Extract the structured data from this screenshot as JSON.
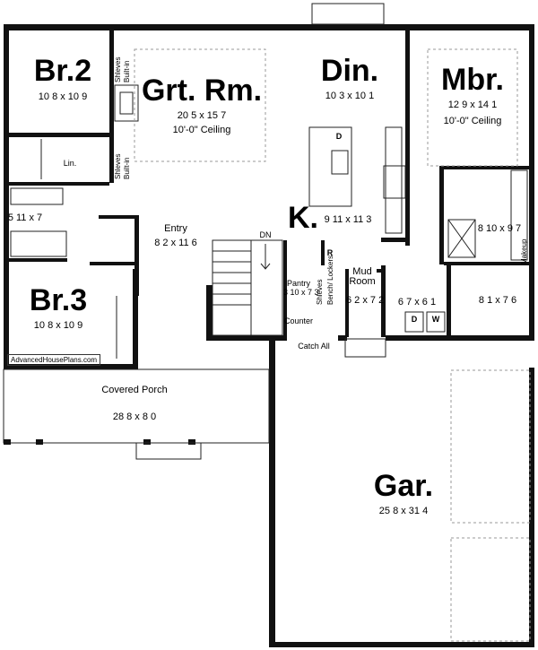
{
  "watermark": "AdvancedHousePlans.com",
  "rooms": {
    "br2": {
      "name": "Br.2",
      "dims": "10 8 x 10 9"
    },
    "grt": {
      "name": "Grt. Rm.",
      "dims": "20 5 x 15 7",
      "ceiling": "10'-0\" Ceiling"
    },
    "din": {
      "name": "Din.",
      "dims": "10 3 x 10 1"
    },
    "mbr": {
      "name": "Mbr.",
      "dims": "12 9 x 14 1",
      "ceiling": "10'-0\" Ceiling"
    },
    "lin": {
      "name": "Lin."
    },
    "bath2": {
      "dims": "5 11 x 7"
    },
    "entry": {
      "name": "Entry",
      "dims": "8 2 x 11 6"
    },
    "kit": {
      "name": "K.",
      "dims": "9 11 x 11 3"
    },
    "br3": {
      "name": "Br.3",
      "dims": "10 8 x 10 9"
    },
    "pantry": {
      "name": "Pantry",
      "dims": "3 10 x 7 3"
    },
    "mud": {
      "name": "Mud Room",
      "dims": "6 2 x 7 2"
    },
    "laundry": {
      "dims": "6 7 x 6 1"
    },
    "mbath": {
      "dims": "8 10 x 9 7"
    },
    "wic": {
      "dims": "8 1 x 7 6"
    },
    "porch": {
      "name": "Covered Porch",
      "dims": "28 8 x 8 0"
    },
    "gar": {
      "name": "Gar.",
      "dims": "25 8 x 31 4"
    }
  },
  "labels": {
    "shleves1": "Shleves",
    "builtin1": "Built-in",
    "shleves2": "Shleves",
    "builtin2": "Built-in",
    "dn": "DN",
    "counter": "Counter",
    "shleves3": "Shleves",
    "bench": "Bench/ Lockers",
    "catchall": "Catch All",
    "r": "R",
    "d": "D",
    "dryer": "D",
    "washer": "W",
    "makeup": "Makeup"
  }
}
